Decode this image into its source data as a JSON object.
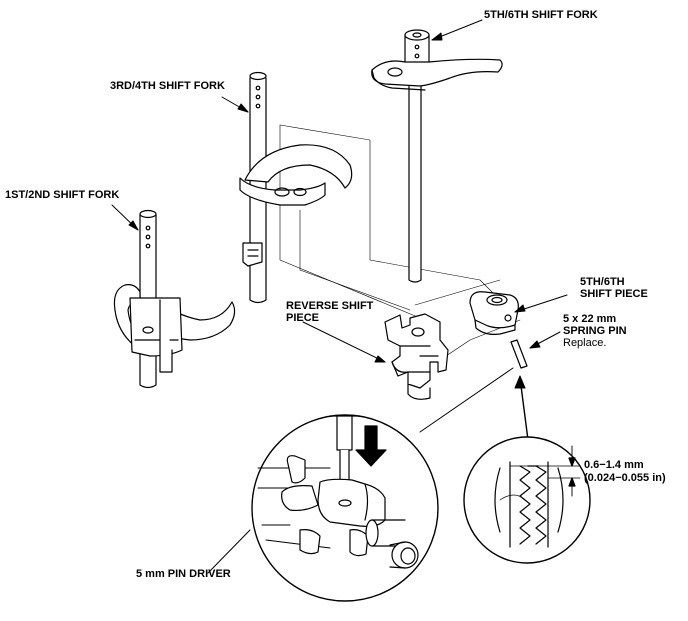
{
  "labels": {
    "fork_56": "5TH/6TH SHIFT FORK",
    "fork_34": "3RD/4TH SHIFT FORK",
    "fork_12": "1ST/2ND SHIFT FORK",
    "reverse_line1": "REVERSE SHIFT",
    "reverse_line2": "PIECE",
    "piece_56_line1": "5TH/6TH",
    "piece_56_line2": "SHIFT PIECE",
    "spring_pin_line1": "5 x 22 mm",
    "spring_pin_line2": "SPRING PIN",
    "spring_pin_note": "Replace.",
    "depth_mm": "0.6−1.4 mm",
    "depth_in": "(0.024−0.055 in)",
    "pin_driver": "5 mm PIN DRIVER"
  },
  "colors": {
    "line": "#000000",
    "fill": "#ffffff",
    "shade": "#e6e6e6"
  }
}
